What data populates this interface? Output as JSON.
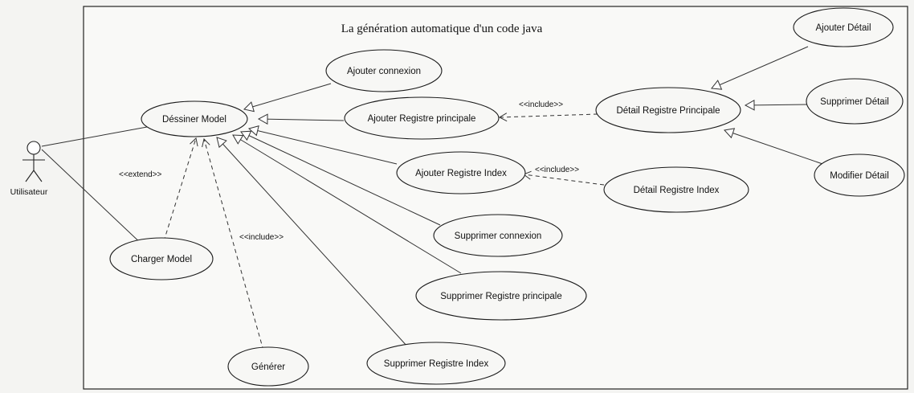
{
  "system": {
    "title": "La génération automatique d'un code java"
  },
  "actor": {
    "label": "Utilisateur"
  },
  "use_cases": {
    "dessiner_model": "Déssiner Model",
    "ajouter_connexion": "Ajouter connexion",
    "ajouter_registre_principale": "Ajouter Registre principale",
    "ajouter_registre_index": "Ajouter Registre Index",
    "supprimer_connexion": "Supprimer  connexion",
    "supprimer_registre_principale": "Supprimer Registre principale",
    "supprimer_registre_index": "Supprimer Registre Index",
    "charger_model": "Charger  Model",
    "generer": "Générer",
    "detail_registre_principale": "Détail Registre Principale",
    "detail_registre_index": "Détail Registre Index",
    "ajouter_detail": "Ajouter Détail",
    "supprimer_detail": "Supprimer Détail",
    "modifier_detail": "Modifier Détail"
  },
  "relations": {
    "extend_label": "<<extend>>",
    "include_generer": "<<include>>",
    "include_principale": "<<include>>",
    "include_index": "<<include>>"
  }
}
